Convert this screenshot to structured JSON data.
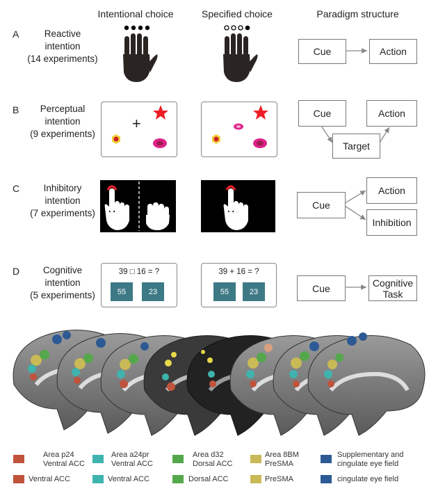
{
  "columns": {
    "intentional": "Intentional choice",
    "specified": "Specified choice",
    "paradigm": "Paradigm structure"
  },
  "rows": [
    {
      "letter": "A",
      "line1": "Reactive",
      "line2": "intention",
      "line3": "(14 experiments)",
      "paradigm": {
        "box1": "Cue",
        "box2": "Action"
      }
    },
    {
      "letter": "B",
      "line1": "Perceptual",
      "line2": "intention",
      "line3": "(9 experiments)",
      "paradigm": {
        "box1": "Cue",
        "box2": "Action",
        "box3": "Target"
      }
    },
    {
      "letter": "C",
      "line1": "Inhibitory",
      "line2": "intention",
      "line3": "(7 experiments)",
      "paradigm": {
        "box1": "Cue",
        "box2": "Action",
        "box3": "Inhibition"
      }
    },
    {
      "letter": "D",
      "line1": "Cognitive",
      "line2": "intention",
      "line3": "(5 experiments)",
      "paradigm": {
        "box1": "Cue",
        "box2a": "Cognitive",
        "box2b": "Task"
      }
    }
  ],
  "cognitive_task": {
    "intentional_equation": "39 □ 16 = ?",
    "specified_equation": "39 + 16 = ?",
    "option1": "55",
    "option2": "23"
  },
  "perceptual_task": {
    "fixation": "+"
  },
  "legend_top": [
    {
      "label1": "Area p24",
      "label2": "Ventral ACC",
      "color": "#c0533c"
    },
    {
      "label1": "Area a24pr",
      "label2": "Ventral ACC",
      "color": "#3fb3ad"
    },
    {
      "label1": "Area d32",
      "label2": "Dorsal ACC",
      "color": "#54a84b"
    },
    {
      "label1": "Area 8BM",
      "label2": "PreSMA",
      "color": "#c9b957"
    },
    {
      "label1": "Supplementary and",
      "label2": "cingulate eye field",
      "color": "#2d5a95"
    }
  ],
  "legend_bottom": [
    {
      "label": "Ventral ACC",
      "color": "#c0533c"
    },
    {
      "label": "Ventral ACC",
      "color": "#3fb3ad"
    },
    {
      "label": "Dorsal ACC",
      "color": "#54a84b"
    },
    {
      "label": "PreSMA",
      "color": "#c9b957"
    },
    {
      "label": "cingulate eye field",
      "color": "#2d5a95"
    }
  ]
}
